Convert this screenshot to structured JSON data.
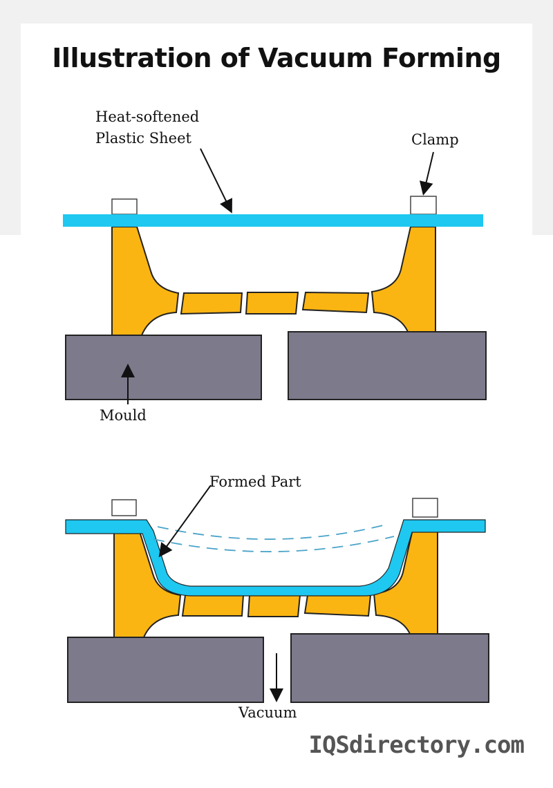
{
  "title": "Illustration of Vacuum Forming",
  "labels": {
    "plastic_sheet_line1": "Heat-softened",
    "plastic_sheet_line2": "Plastic Sheet",
    "clamp": "Clamp",
    "mould": "Mould",
    "formed_part": "Formed Part",
    "vacuum": "Vacuum"
  },
  "brand": "IQSdirectory.com",
  "colors": {
    "sheet": "#1ec8f0",
    "mould_frame": "#fbb512",
    "base": "#7d7a8c",
    "outline": "#222222",
    "dashed_line": "#4aa3c9"
  }
}
